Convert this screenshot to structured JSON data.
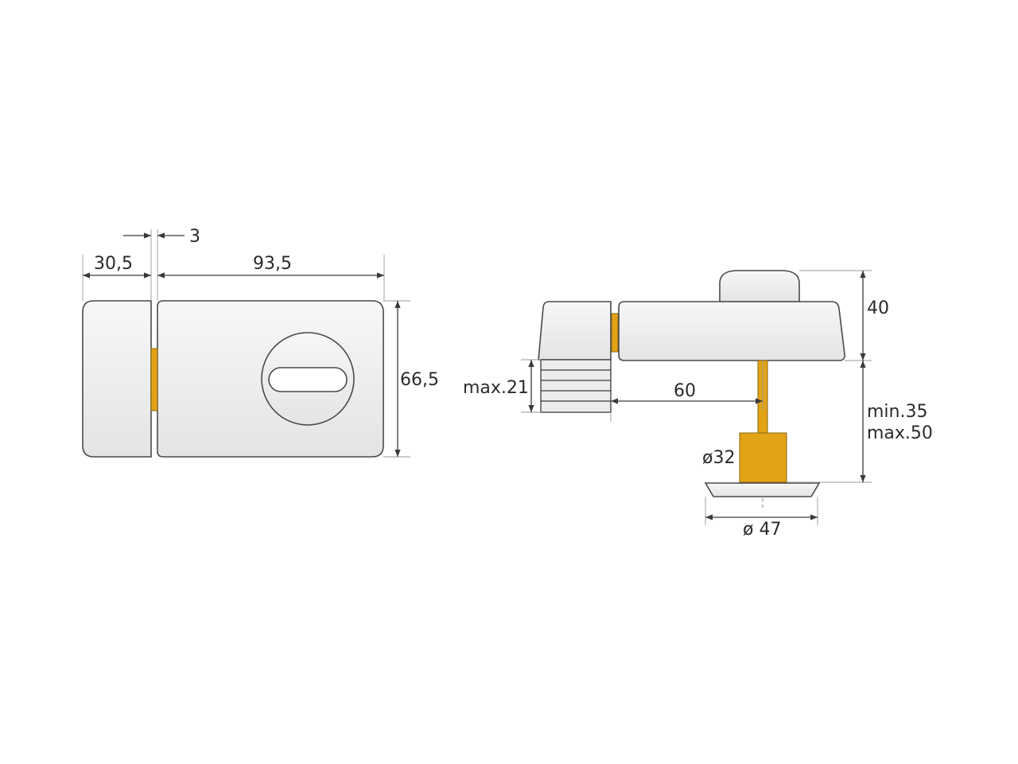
{
  "dimensions": {
    "gap": "3",
    "keeper_width": "30,5",
    "lock_width": "93,5",
    "lock_height": "66,5",
    "knob_height": "40",
    "keeper_depth": "max.21",
    "bolt_offset": "60",
    "spindle_min": "min.35",
    "spindle_max": "max.50",
    "cylinder_diameter": "ø32",
    "rosette_diameter": "ø 47"
  },
  "colors": {
    "brass": "#e3a317",
    "body": "#f2f2f2",
    "outline": "#4a4a4a"
  }
}
